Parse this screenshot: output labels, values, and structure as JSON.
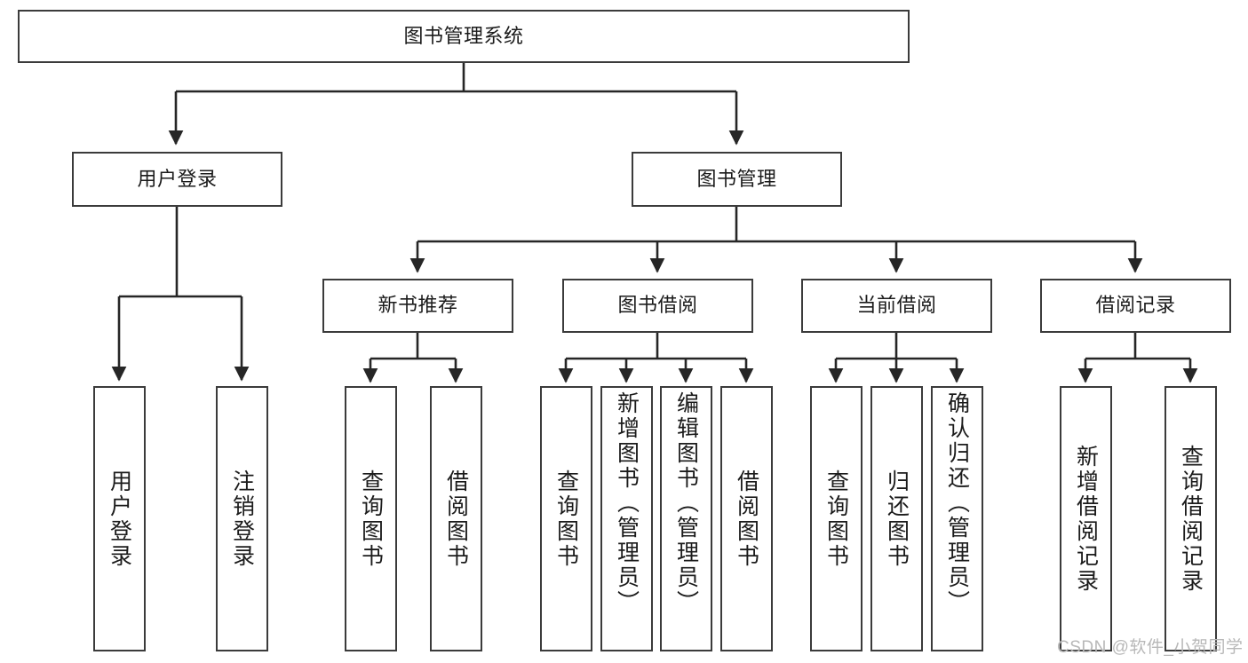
{
  "diagram": {
    "title": "图书管理系统",
    "type": "tree-hierarchy-diagram",
    "colors": {
      "box_border": "#3b3b3b",
      "box_fill": "#ffffff",
      "connector": "#262626",
      "text": "#1b1b1b",
      "watermark": "#b8b8b8",
      "background": "#ffffff"
    },
    "root": {
      "label": "图书管理系统"
    },
    "level2": [
      {
        "label": "用户登录"
      },
      {
        "label": "图书管理"
      }
    ],
    "level3": [
      {
        "label": "新书推荐"
      },
      {
        "label": "图书借阅"
      },
      {
        "label": "当前借阅"
      },
      {
        "label": "借阅记录"
      }
    ],
    "leaves": {
      "user_login": [
        {
          "label": "用户登录"
        },
        {
          "label": "注销登录"
        }
      ],
      "new_book_recommend": [
        {
          "label": "查询图书"
        },
        {
          "label": "借阅图书"
        }
      ],
      "book_borrow": [
        {
          "label": "查询图书"
        },
        {
          "label": "新增图书（管理员）"
        },
        {
          "label": "编辑图书（管理员）"
        },
        {
          "label": "借阅图书"
        }
      ],
      "current_borrow": [
        {
          "label": "查询图书"
        },
        {
          "label": "归还图书"
        },
        {
          "label": "确认归还（管理员）"
        }
      ],
      "borrow_record": [
        {
          "label": "新增借阅记录"
        },
        {
          "label": "查询借阅记录"
        }
      ]
    },
    "watermark": "CSDN @软件_小贺同学"
  }
}
